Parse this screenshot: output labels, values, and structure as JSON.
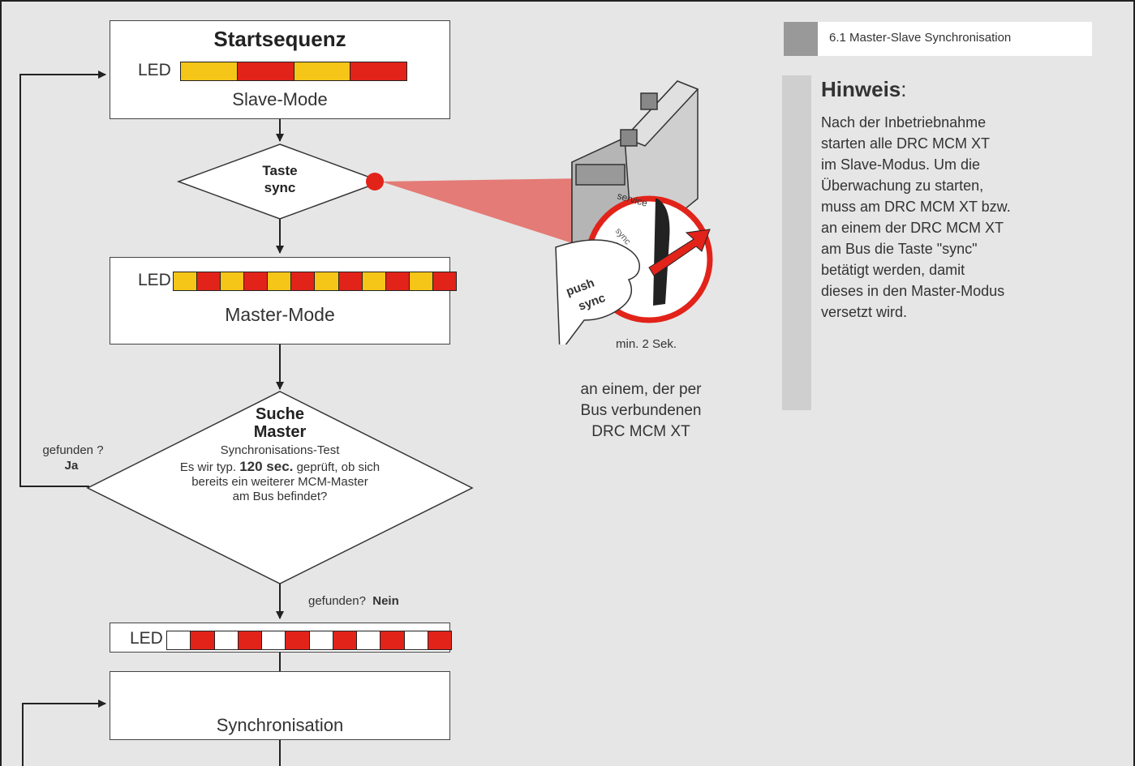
{
  "colors": {
    "background": "#e6e6e6",
    "box": "#ffffff",
    "yellow": "#f5c518",
    "red": "#e2231a",
    "white": "#ffffff",
    "note_bar": "#cfcfcf",
    "header_bar": "#999999"
  },
  "flow": {
    "start": {
      "title": "Startsequenz",
      "led_label": "LED",
      "led_colors": [
        "#f5c518",
        "#e2231a",
        "#f5c518",
        "#e2231a"
      ],
      "mode": "Slave-Mode"
    },
    "decision1": {
      "line1": "Taste",
      "line2": "sync"
    },
    "master": {
      "led_label": "LED",
      "led_colors": [
        "#f5c518",
        "#e2231a",
        "#f5c518",
        "#e2231a",
        "#f5c518",
        "#e2231a",
        "#f5c518",
        "#e2231a",
        "#f5c518",
        "#e2231a",
        "#f5c518",
        "#e2231a"
      ],
      "mode": "Master-Mode"
    },
    "decision2": {
      "title1": "Suche",
      "title2": "Master",
      "line1": "Synchronisations-Test",
      "line2_pre": "Es wir typ. ",
      "line2_bold": "120 sec.",
      "line2_post": " geprüft, ob sich",
      "line3": "bereits ein weiterer MCM-Master",
      "line4": "am Bus befindet?"
    },
    "found_yes": {
      "q": "gefunden ?",
      "a": "Ja"
    },
    "found_no": {
      "q": "gefunden?",
      "a": "Nein"
    },
    "sync_led": {
      "led_label": "LED",
      "led_colors": [
        "#ffffff",
        "#e2231a",
        "#ffffff",
        "#e2231a",
        "#ffffff",
        "#e2231a",
        "#ffffff",
        "#e2231a",
        "#ffffff",
        "#e2231a",
        "#ffffff",
        "#e2231a"
      ]
    },
    "sync_box": {
      "label": "Synchronisation"
    }
  },
  "device": {
    "labels": {
      "service": "service",
      "sync": "sync",
      "push": "push",
      "push_sync": "sync"
    },
    "hold_time": "min. 2 Sek.",
    "caption": [
      "an einem, der per",
      "Bus verbundenen",
      "DRC MCM XT"
    ]
  },
  "section": {
    "header": "6.1 Master-Slave Synchronisation"
  },
  "note": {
    "title": "Hinweis",
    "title_suffix": ":",
    "lines": [
      "Nach der Inbetriebnahme",
      "starten alle DRC MCM XT",
      "im Slave-Modus. Um die",
      "Überwachung zu starten,",
      "muss am DRC MCM XT bzw.",
      "an einem der DRC MCM XT",
      "am Bus die Taste \"sync\"",
      "betätigt werden, damit",
      "dieses in den Master-Modus",
      "versetzt wird."
    ]
  }
}
